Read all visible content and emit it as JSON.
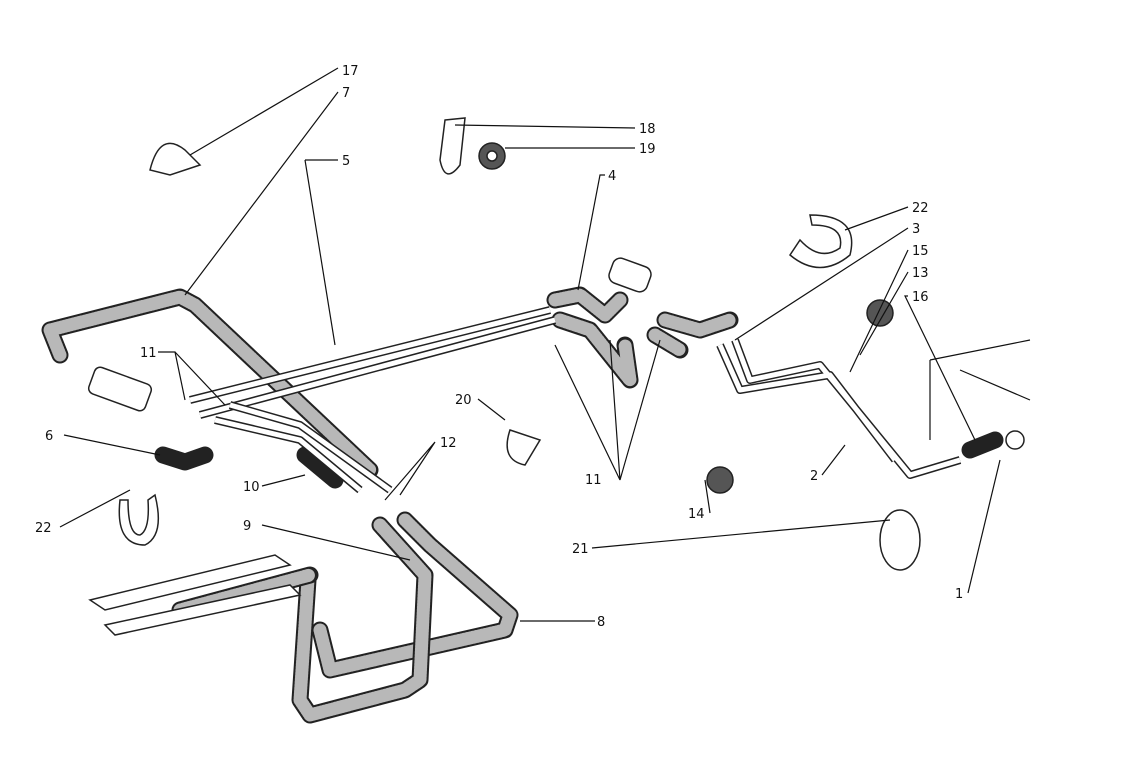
{
  "diagram": {
    "type": "exploded parts diagram - fuel lines",
    "callouts": [
      {
        "id": "c17",
        "label": "17"
      },
      {
        "id": "c7",
        "label": "7"
      },
      {
        "id": "c5",
        "label": "5"
      },
      {
        "id": "c18",
        "label": "18"
      },
      {
        "id": "c19",
        "label": "19"
      },
      {
        "id": "c4",
        "label": "4"
      },
      {
        "id": "c22a",
        "label": "22"
      },
      {
        "id": "c3",
        "label": "3"
      },
      {
        "id": "c15",
        "label": "15"
      },
      {
        "id": "c13",
        "label": "13"
      },
      {
        "id": "c16",
        "label": "16"
      },
      {
        "id": "c11a",
        "label": "11"
      },
      {
        "id": "c6",
        "label": "6"
      },
      {
        "id": "c22b",
        "label": "22"
      },
      {
        "id": "c10",
        "label": "10"
      },
      {
        "id": "c12",
        "label": "12"
      },
      {
        "id": "c20",
        "label": "20"
      },
      {
        "id": "c11b",
        "label": "11"
      },
      {
        "id": "c14",
        "label": "14"
      },
      {
        "id": "c2",
        "label": "2"
      },
      {
        "id": "c21",
        "label": "21"
      },
      {
        "id": "c9",
        "label": "9"
      },
      {
        "id": "c8",
        "label": "8"
      },
      {
        "id": "c1",
        "label": "1"
      }
    ]
  }
}
